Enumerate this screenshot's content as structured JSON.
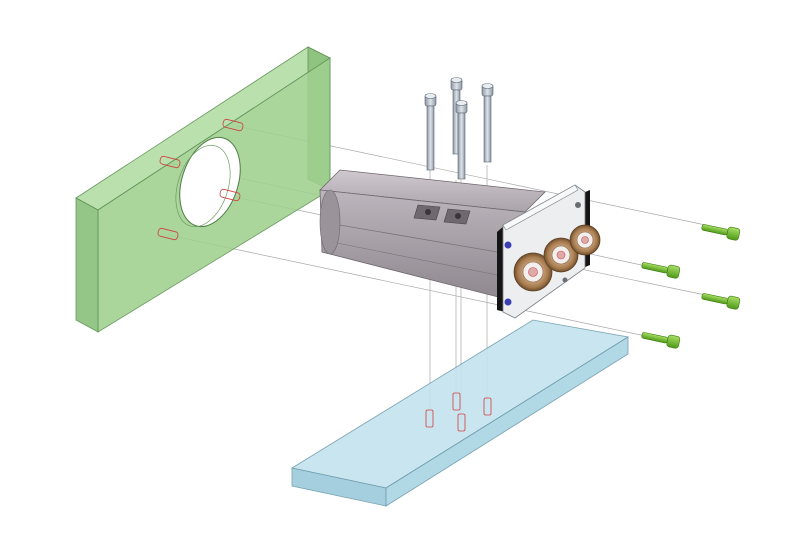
{
  "diagram": {
    "type": "exploded-assembly-view",
    "brand_mark": "",
    "colors": {
      "background": "#ffffff",
      "green_plate": "#9fd08e",
      "blue_plate": "#a9d4e3",
      "body": "#b8b2b8",
      "bolts_grey": "#b9c2cc",
      "screws_green": "#7cc531",
      "rollers": "#b48a5c",
      "end_plate": "#eceef0",
      "gasket": "#151515",
      "guide_lines": "#9a9a9a",
      "hidden_holes": "#d04040"
    },
    "parts": [
      {
        "name": "green-mounting-plate",
        "label": ""
      },
      {
        "name": "valve-body",
        "label": ""
      },
      {
        "name": "end-cap-with-rollers",
        "label": ""
      },
      {
        "name": "socket-head-bolt",
        "count": 4
      },
      {
        "name": "green-mounting-screw",
        "count": 4
      },
      {
        "name": "blue-base-plate",
        "label": ""
      }
    ]
  }
}
